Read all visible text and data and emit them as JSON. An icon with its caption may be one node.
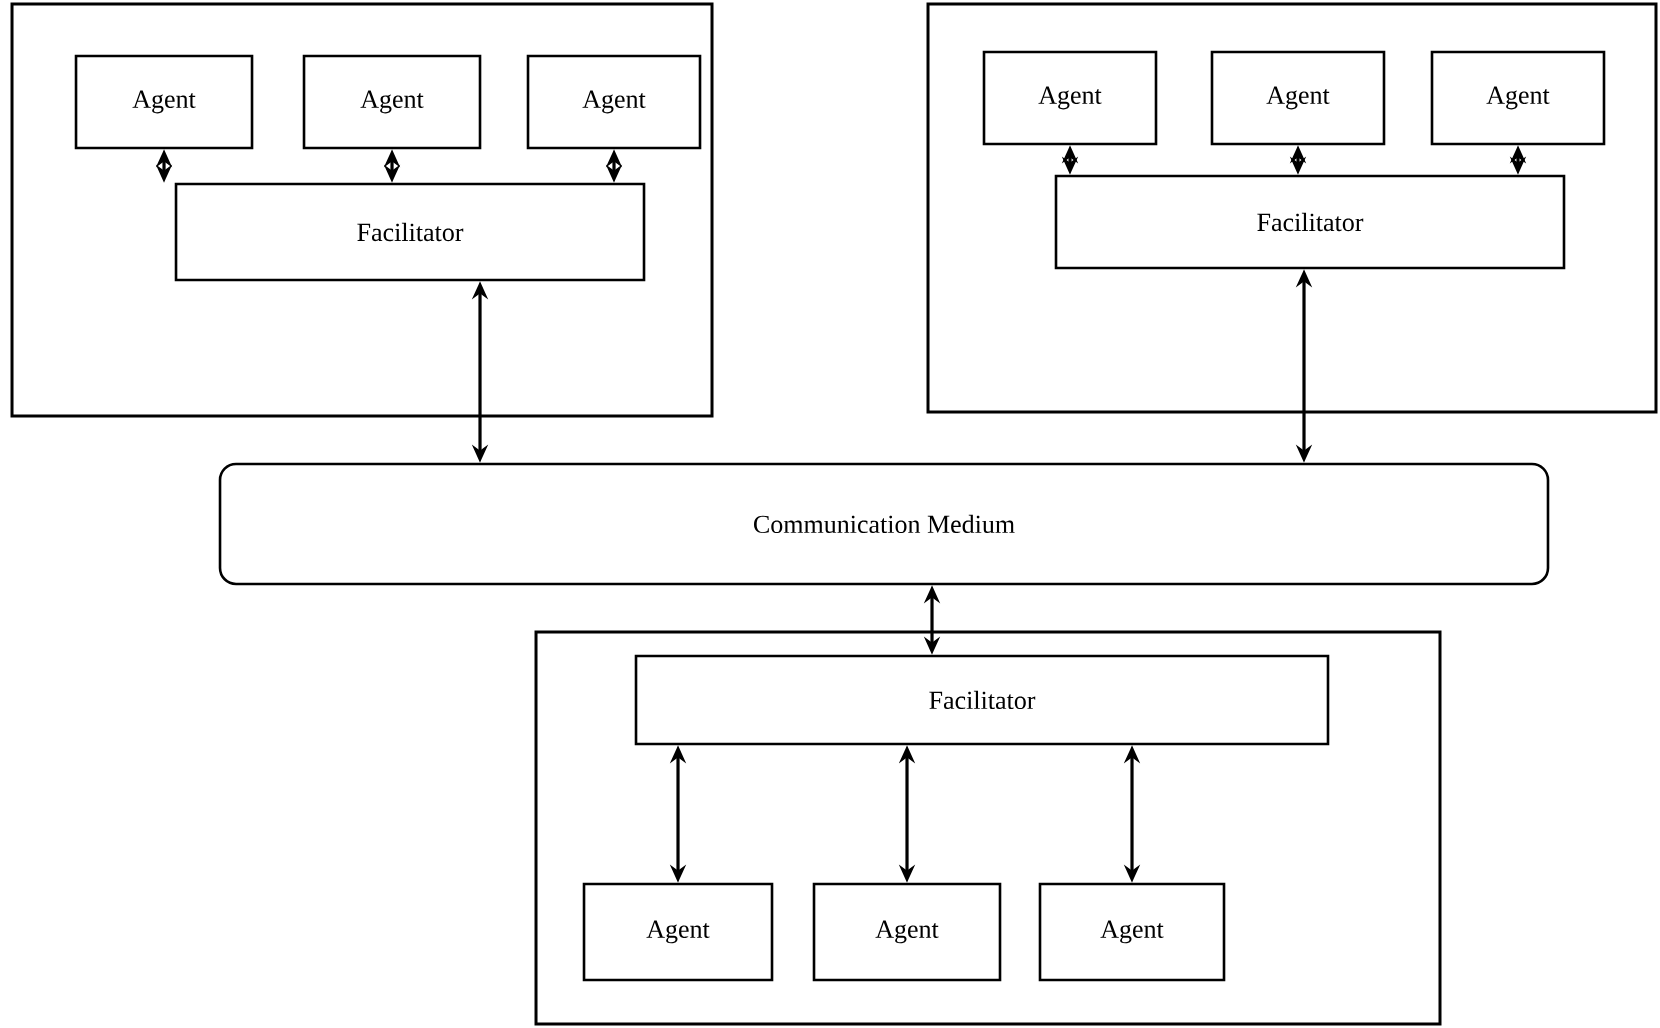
{
  "diagram": {
    "nodes": [
      {
        "text": [],
        "shape": "box"
      },
      {
        "text": [
          "Agent"
        ],
        "in": 0
      },
      {
        "text": [
          "Agent"
        ],
        "in": 0
      },
      {
        "text": [
          "Agent"
        ],
        "in": 0
      },
      {
        "text": [
          "Facilitator"
        ],
        "in": 0
      },
      {
        "text": [],
        "shape": "box"
      },
      {
        "text": [
          "Agent"
        ],
        "in": 5
      },
      {
        "text": [
          "Agent"
        ],
        "in": 5
      },
      {
        "text": [
          "Agent"
        ],
        "in": 5
      },
      {
        "text": [
          "Facilitator"
        ],
        "in": 5
      },
      {
        "text": [
          "Communication Medium"
        ]
      },
      {
        "text": [],
        "shape": "box"
      },
      {
        "text": [
          "Facilitator"
        ],
        "in": 11
      },
      {
        "text": [
          "Agent"
        ],
        "in": 11
      },
      {
        "text": [
          "Agent"
        ],
        "in": 11
      },
      {
        "text": [
          "Agent"
        ],
        "in": 11
      }
    ],
    "edges": [
      {
        "from": 1,
        "to": 4,
        "arrow": "both"
      },
      {
        "from": 2,
        "to": 4,
        "arrow": "both"
      },
      {
        "from": 3,
        "to": 4,
        "arrow": "both"
      },
      {
        "from": 6,
        "to": 9,
        "arrow": "both"
      },
      {
        "from": 7,
        "to": 9,
        "arrow": "both"
      },
      {
        "from": 8,
        "to": 9,
        "arrow": "both"
      },
      {
        "from": 4,
        "to": 10,
        "arrow": "both"
      },
      {
        "from": 9,
        "to": 10,
        "arrow": "both"
      },
      {
        "from": 10,
        "to": 12,
        "arrow": "both"
      },
      {
        "from": 12,
        "to": 13,
        "arrow": "both"
      },
      {
        "from": 12,
        "to": 14,
        "arrow": "both"
      },
      {
        "from": 12,
        "to": 15,
        "arrow": "both"
      }
    ]
  }
}
